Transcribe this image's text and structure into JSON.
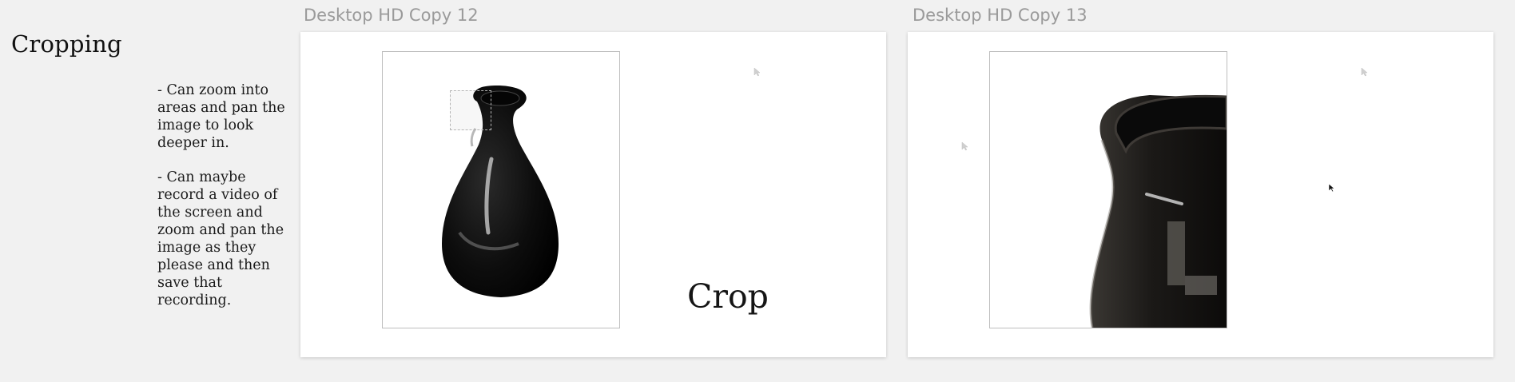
{
  "sidebar": {
    "title": "Cropping",
    "notes": [
      "- Can zoom into\nareas and pan the\nimage to look\ndeeper in.",
      "- Can maybe\nrecord a video of\nthe screen and\nzoom and pan the\nimage as they\nplease and then\nsave that\nrecording."
    ]
  },
  "artboards": [
    {
      "label": "Desktop HD Copy 12",
      "crop_label": "Crop"
    },
    {
      "label": "Desktop HD Copy 13"
    }
  ],
  "colors": {
    "canvas_background": "#f1f1f1",
    "artboard_background": "#ffffff",
    "label_gray": "#9a9a9a",
    "vase_black": "#0b0b0b"
  },
  "icons": {
    "cursor": "cursor-arrow-icon"
  }
}
